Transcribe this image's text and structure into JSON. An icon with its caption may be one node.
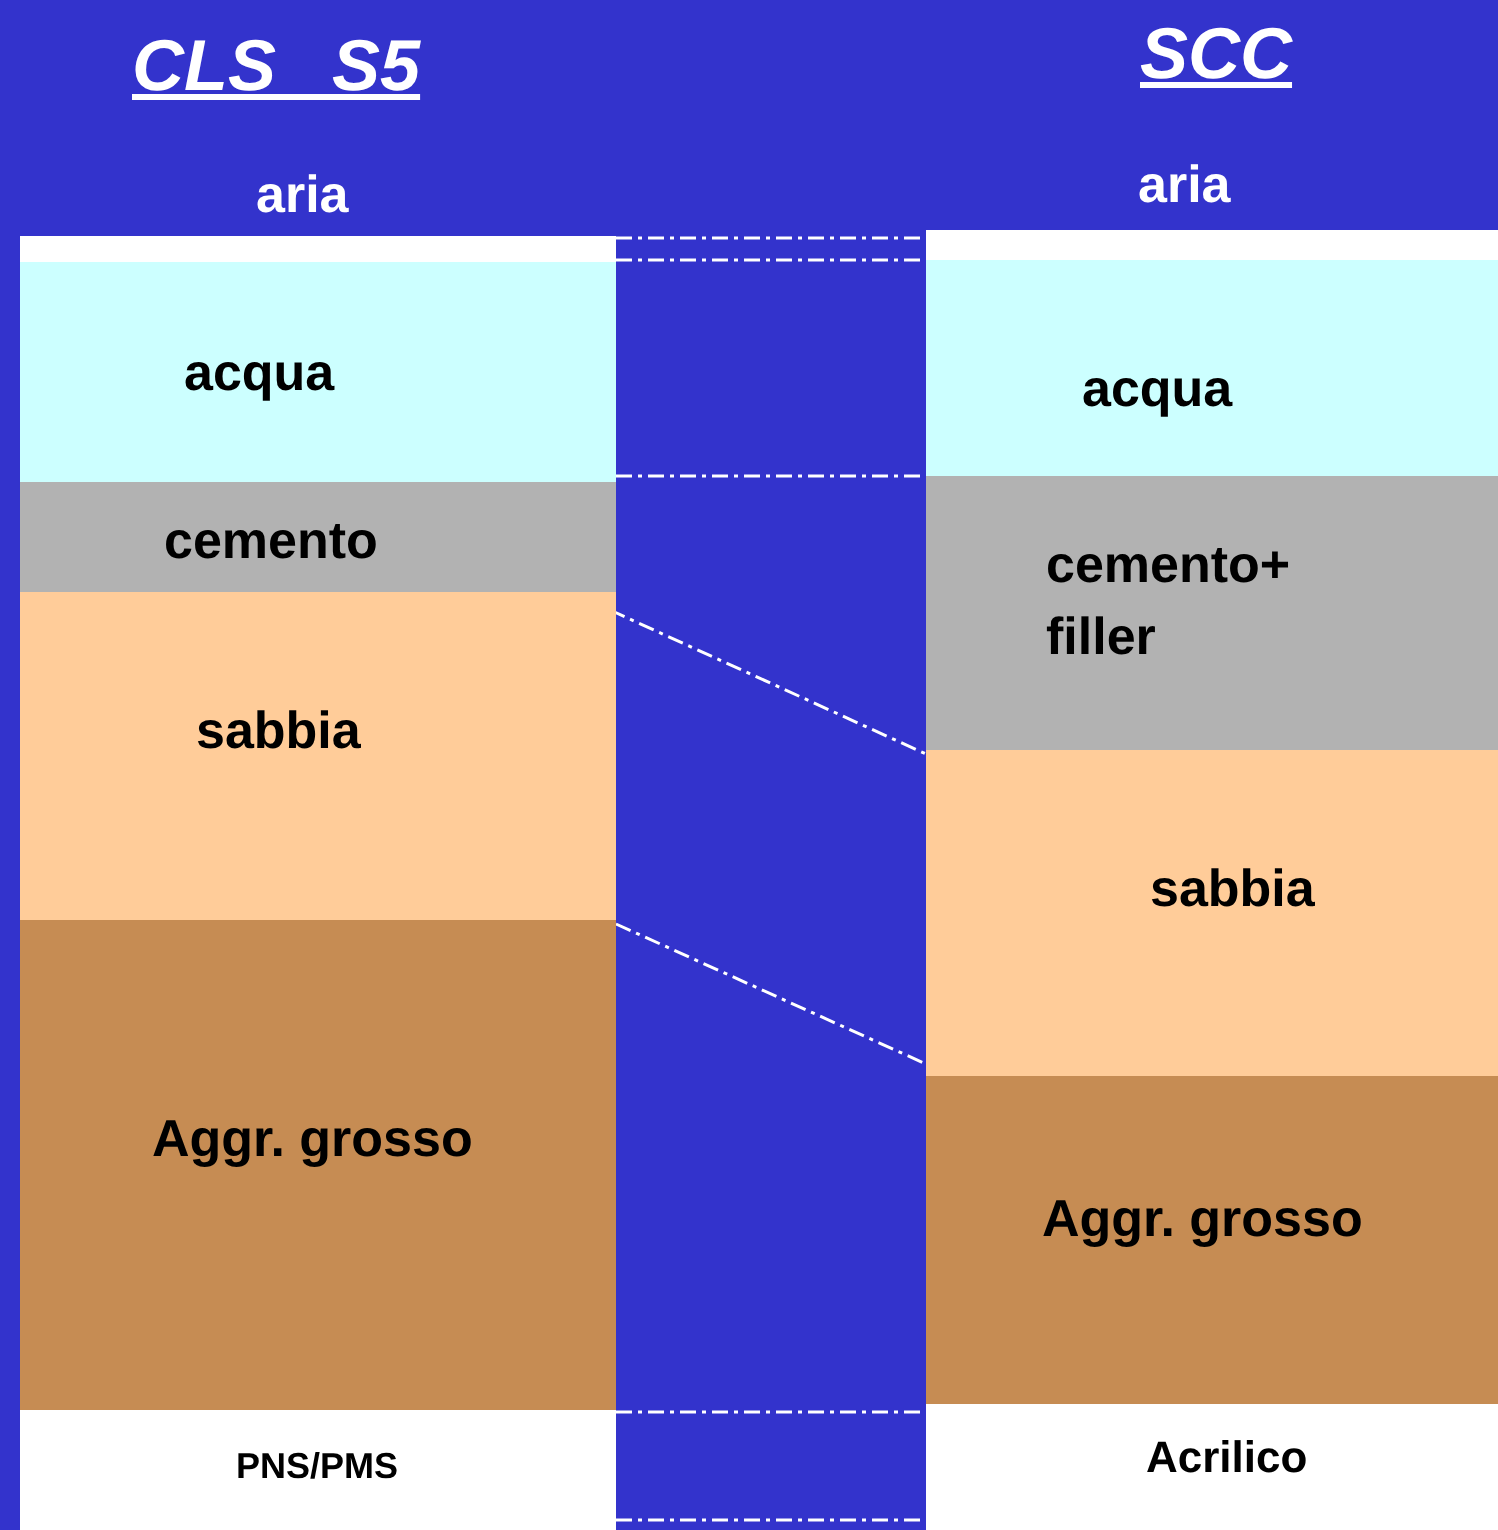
{
  "diagram": {
    "nodes": [
      {
        "text": [
          "aria"
        ]
      },
      {
        "text": [
          "acqua"
        ]
      },
      {
        "text": [
          "cemento"
        ]
      },
      {
        "text": [
          "sabbia"
        ]
      },
      {
        "text": [
          "Aggr. grosso"
        ]
      },
      {
        "text": [
          "PNS/PMS"
        ]
      },
      {
        "text": [
          "aria"
        ]
      },
      {
        "text": [
          "acqua"
        ]
      },
      {
        "text": [
          "cemento+ filler"
        ]
      },
      {
        "text": [
          "sabbia"
        ]
      },
      {
        "text": [
          "Aggr. grosso"
        ]
      },
      {
        "text": [
          "Acrilico"
        ]
      }
    ],
    "labels": [
      "CLS S5",
      "SCC"
    ]
  }
}
